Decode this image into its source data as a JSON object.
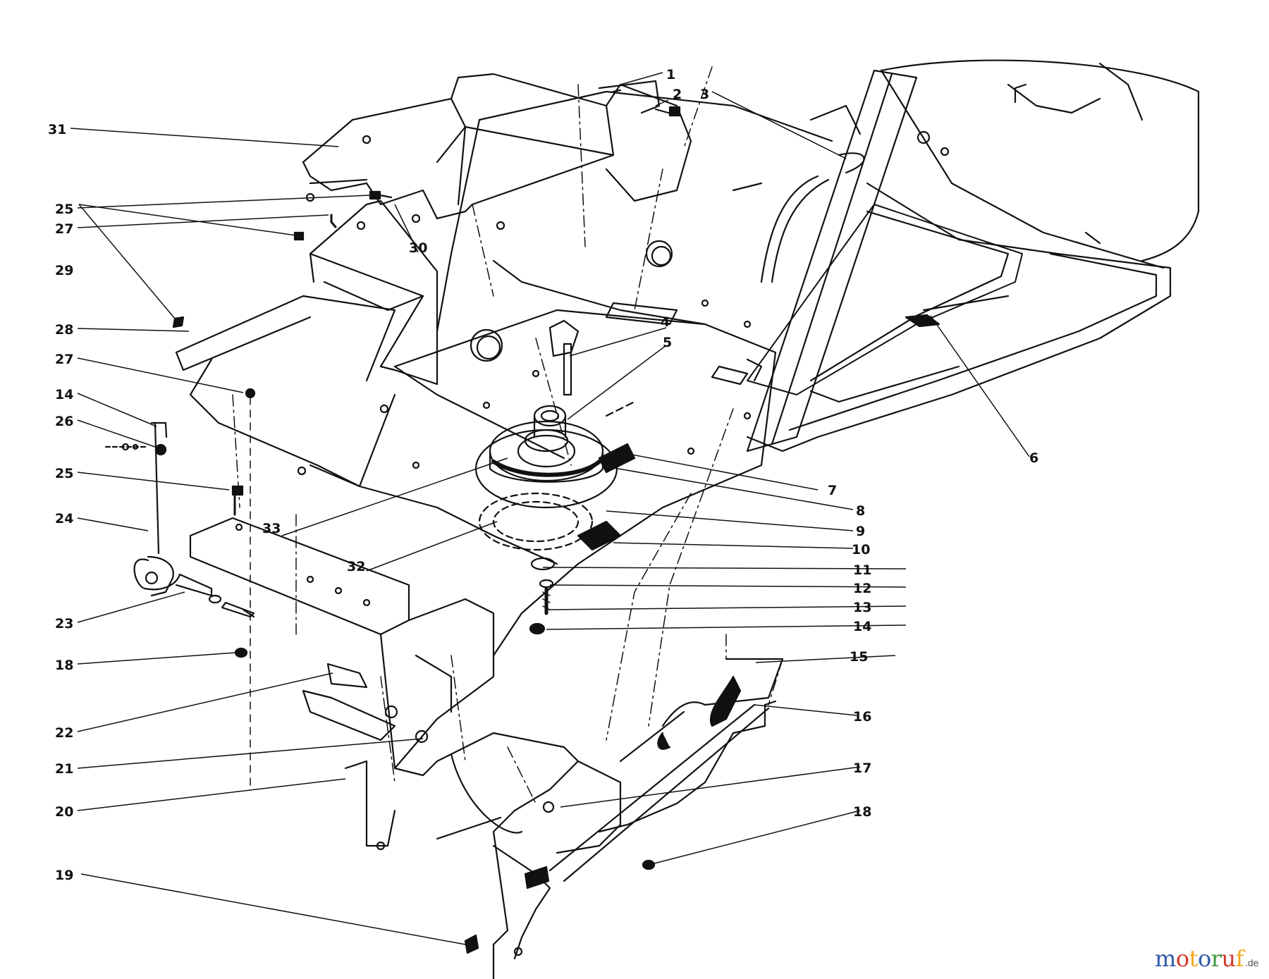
{
  "diagram": {
    "callouts": [
      {
        "id": "c1",
        "text": "1"
      },
      {
        "id": "c2",
        "text": "2"
      },
      {
        "id": "c3",
        "text": "3"
      },
      {
        "id": "c4",
        "text": "4"
      },
      {
        "id": "c5",
        "text": "5"
      },
      {
        "id": "c6",
        "text": "6"
      },
      {
        "id": "c7",
        "text": "7"
      },
      {
        "id": "c8",
        "text": "8"
      },
      {
        "id": "c9",
        "text": "9"
      },
      {
        "id": "c10",
        "text": "10"
      },
      {
        "id": "c11",
        "text": "11"
      },
      {
        "id": "c12",
        "text": "12"
      },
      {
        "id": "c13",
        "text": "13"
      },
      {
        "id": "c14a",
        "text": "14"
      },
      {
        "id": "c15",
        "text": "15"
      },
      {
        "id": "c16",
        "text": "16"
      },
      {
        "id": "c17",
        "text": "17"
      },
      {
        "id": "c18a",
        "text": "18"
      },
      {
        "id": "c19",
        "text": "19"
      },
      {
        "id": "c20",
        "text": "20"
      },
      {
        "id": "c21",
        "text": "21"
      },
      {
        "id": "c22",
        "text": "22"
      },
      {
        "id": "c18b",
        "text": "18"
      },
      {
        "id": "c23",
        "text": "23"
      },
      {
        "id": "c24",
        "text": "24"
      },
      {
        "id": "c25a",
        "text": "25"
      },
      {
        "id": "c26",
        "text": "26"
      },
      {
        "id": "c14b",
        "text": "14"
      },
      {
        "id": "c27a",
        "text": "27"
      },
      {
        "id": "c28",
        "text": "28"
      },
      {
        "id": "c29",
        "text": "29"
      },
      {
        "id": "c27b",
        "text": "27"
      },
      {
        "id": "c25b",
        "text": "25"
      },
      {
        "id": "c31",
        "text": "31"
      },
      {
        "id": "c30",
        "text": "30"
      },
      {
        "id": "c33",
        "text": "33"
      },
      {
        "id": "c32",
        "text": "32"
      }
    ]
  },
  "watermark": {
    "letters": [
      "m",
      "o",
      "t",
      "o",
      "r",
      "u",
      "f"
    ],
    "suffix": ".de",
    "colors": [
      "#2f5aa8",
      "#d33a2c",
      "#f0a81c",
      "#2f5aa8",
      "#3b9a3b",
      "#d33a2c",
      "#f0a81c"
    ]
  }
}
